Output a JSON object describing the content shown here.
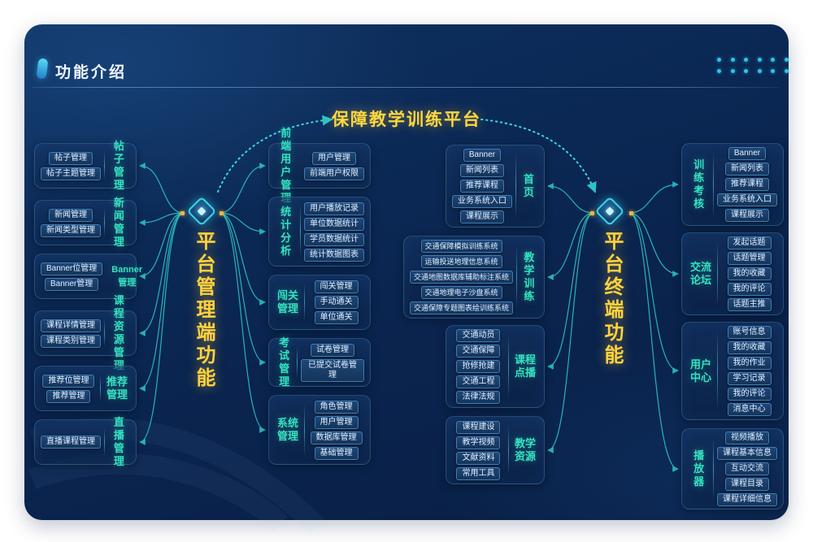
{
  "header": {
    "title": "功能介绍"
  },
  "center_title": "保障教学训练平台",
  "left_hub": {
    "label": "平台管理端功能"
  },
  "right_hub": {
    "label": "平台终端功能"
  },
  "colors": {
    "panel_bg": "#0a2550",
    "title_yellow": "#ffd83d",
    "label_teal": "#35e3c0",
    "connector_teal": "#2bc4c4",
    "node_border": "#3f7fb2",
    "junction_orange": "#f2b63e"
  },
  "left_groups": [
    {
      "label": "帖子\n管理",
      "boxes": [
        "帖子管理",
        "帖子主题管理"
      ]
    },
    {
      "label": "新闻\n管理",
      "boxes": [
        "新闻管理",
        "新闻类型管理"
      ]
    },
    {
      "label": "Banner\n管理",
      "boxes": [
        "Banner位管理",
        "Banner管理"
      ]
    },
    {
      "label": "课程\n资源\n管理",
      "boxes": [
        "课程详情管理",
        "课程类别管理"
      ]
    },
    {
      "label": "推荐\n管理",
      "boxes": [
        "推荐位管理",
        "推荐管理"
      ]
    },
    {
      "label": "直播\n管理",
      "boxes": [
        "直播课程管理"
      ]
    }
  ],
  "mid_left_groups": [
    {
      "label": "前端用户\n管理",
      "boxes": [
        "用户管理",
        "前端用户权限"
      ]
    },
    {
      "label": "统计\n分析",
      "boxes": [
        "用户播放记录",
        "单位数据统计",
        "学员数据统计",
        "统计数据图表"
      ]
    },
    {
      "label": "闯关\n管理",
      "boxes": [
        "闯关管理",
        "手动通关",
        "单位通关"
      ]
    },
    {
      "label": "考试\n管理",
      "boxes": [
        "试卷管理",
        "已提交试卷管理"
      ]
    },
    {
      "label": "系统\n管理",
      "boxes": [
        "角色管理",
        "用户管理",
        "数据库管理",
        "基础管理"
      ]
    }
  ],
  "mid_right_groups": [
    {
      "label": "首页",
      "boxes": [
        "Banner",
        "新闻列表",
        "推荐课程",
        "业务系统入口",
        "课程展示"
      ]
    },
    {
      "label": "教学\n训练",
      "boxes": [
        "交通保障模拟训练系统",
        "运输投送地理信息系统",
        "交通地图数据库辅助标注系统",
        "交通地理电子沙盘系统",
        "交通保障专题图表绘训练系统"
      ]
    },
    {
      "label": "课程\n点播",
      "boxes": [
        "交通动员",
        "交通保障",
        "抢修抢建",
        "交通工程",
        "法律法规"
      ]
    },
    {
      "label": "教学\n资源",
      "boxes": [
        "课程建设",
        "教学视频",
        "文献资料",
        "常用工具"
      ]
    }
  ],
  "right_groups": [
    {
      "label": "训练\n考核",
      "boxes": [
        "Banner",
        "新闻列表",
        "推荐课程",
        "业务系统入口",
        "课程展示"
      ]
    },
    {
      "label": "交流\n论坛",
      "boxes": [
        "发起话题",
        "话题管理",
        "我的收藏",
        "我的评论",
        "话题主推"
      ]
    },
    {
      "label": "用户\n中心",
      "boxes": [
        "账号信息",
        "我的收藏",
        "我的作业",
        "学习记录",
        "我的评论",
        "消息中心"
      ]
    },
    {
      "label": "播放\n器",
      "boxes": [
        "视频播放",
        "课程基本信息",
        "互动交流",
        "课程目录",
        "课程详细信息"
      ]
    }
  ]
}
